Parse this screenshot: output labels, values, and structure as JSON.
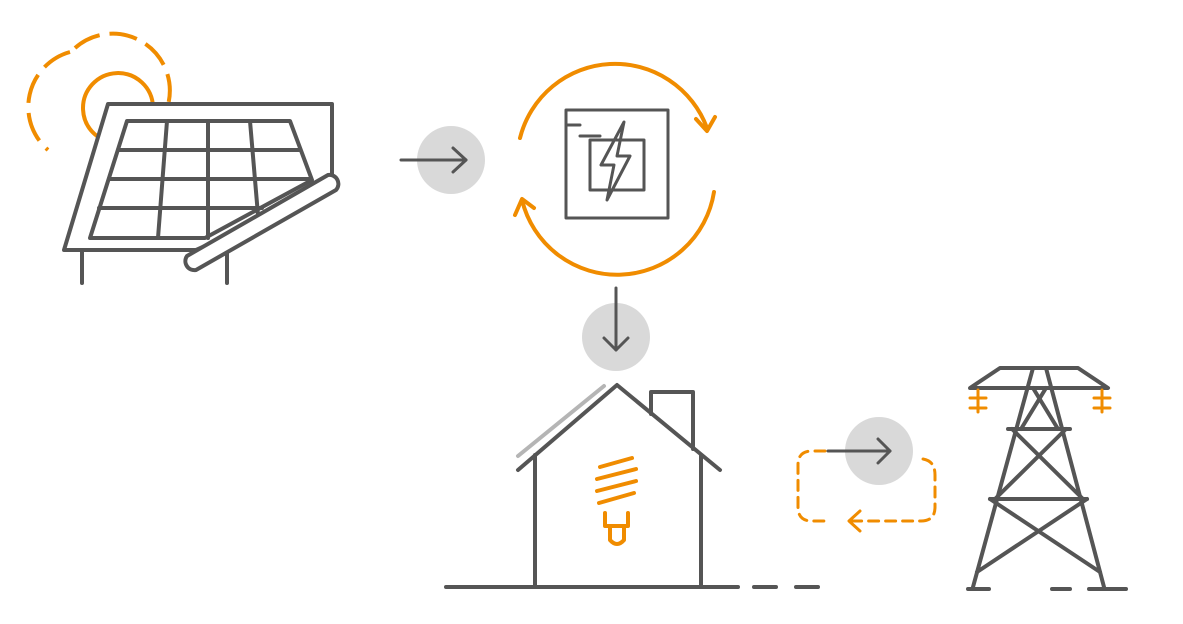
{
  "colors": {
    "line": "#555555",
    "accent": "#f08c00",
    "circle": "#d9d9d9",
    "roof_highlight": "#b5b5b5",
    "background": "#ffffff"
  },
  "nodes": [
    {
      "id": "solar-panel",
      "icon": "solar-panel-icon"
    },
    {
      "id": "sun",
      "icon": "sun-icon"
    },
    {
      "id": "inverter",
      "icon": "inverter-icon"
    },
    {
      "id": "house",
      "icon": "house-icon"
    },
    {
      "id": "light-bulb",
      "icon": "light-bulb-icon"
    },
    {
      "id": "power-grid",
      "icon": "transmission-tower-icon"
    }
  ],
  "flows": [
    {
      "from": "solar-panel",
      "to": "inverter",
      "icon": "arrow-right-icon"
    },
    {
      "from": "inverter",
      "to": "house",
      "icon": "arrow-down-icon"
    },
    {
      "from": "house",
      "to": "power-grid",
      "icon": "arrow-right-icon"
    },
    {
      "from": "power-grid",
      "to": "house",
      "icon": "dashed-return-arrow-icon"
    }
  ]
}
